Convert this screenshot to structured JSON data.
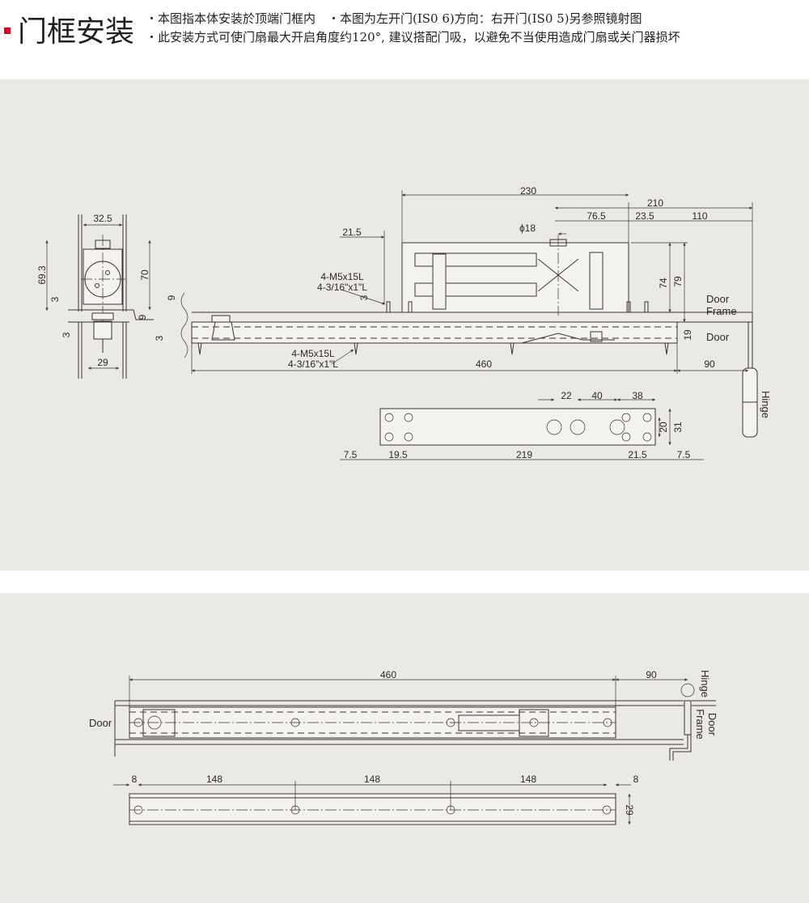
{
  "header": {
    "title": "门框安装",
    "accent_color": "#e0001b",
    "notes": [
      "・本图指本体安装於顶端门框内　・本图为左开门(IS0 6)方向：右开门(IS0 5)另参照镜射图",
      "・此安装方式可使门扇最大开启角度约120°, 建议搭配门吸，以避免不当使用造成门扇或关门器损坏"
    ]
  },
  "colors": {
    "panel_bg": "#ebe9e3",
    "line": "#3a3530"
  },
  "side_view": {
    "dims": [
      "32.5",
      "69.3",
      "70",
      "3",
      "3",
      "9",
      "29"
    ]
  },
  "front_view": {
    "dims": {
      "d9": "9",
      "d3": "3",
      "d21_5": "21.5",
      "d230": "230",
      "d210": "210",
      "d76_5": "76.5",
      "d23_5": "23.5",
      "d110": "110",
      "phi18": "ϕ18",
      "d3b": "3",
      "d74": "74",
      "d79": "79",
      "d19": "19",
      "d460": "460",
      "d90": "90"
    },
    "screw_top": [
      "4-M5x15L",
      "4-3/16\"x1\"L"
    ],
    "screw_bottom": [
      "4-M5x15L",
      "4-3/16\"x1\"L"
    ],
    "door_frame": [
      "Door",
      "Frame"
    ],
    "door": "Door",
    "hinge": "Hinge"
  },
  "plate_view": {
    "dims": {
      "d22": "22",
      "d40": "40",
      "d38": "38",
      "d20": "20",
      "d31": "31",
      "d7_5a": "7.5",
      "d19_5": "19.5",
      "d219": "219",
      "d21_5": "21.5",
      "d7_5b": "7.5"
    }
  },
  "plan_view": {
    "dims": {
      "d460": "460",
      "d90": "90"
    },
    "hinge": "Hinge",
    "door": "Door",
    "door_frame": [
      "Door",
      "Frame"
    ]
  },
  "rail_view": {
    "dims": [
      "8",
      "148",
      "148",
      "148",
      "8",
      "29"
    ]
  }
}
